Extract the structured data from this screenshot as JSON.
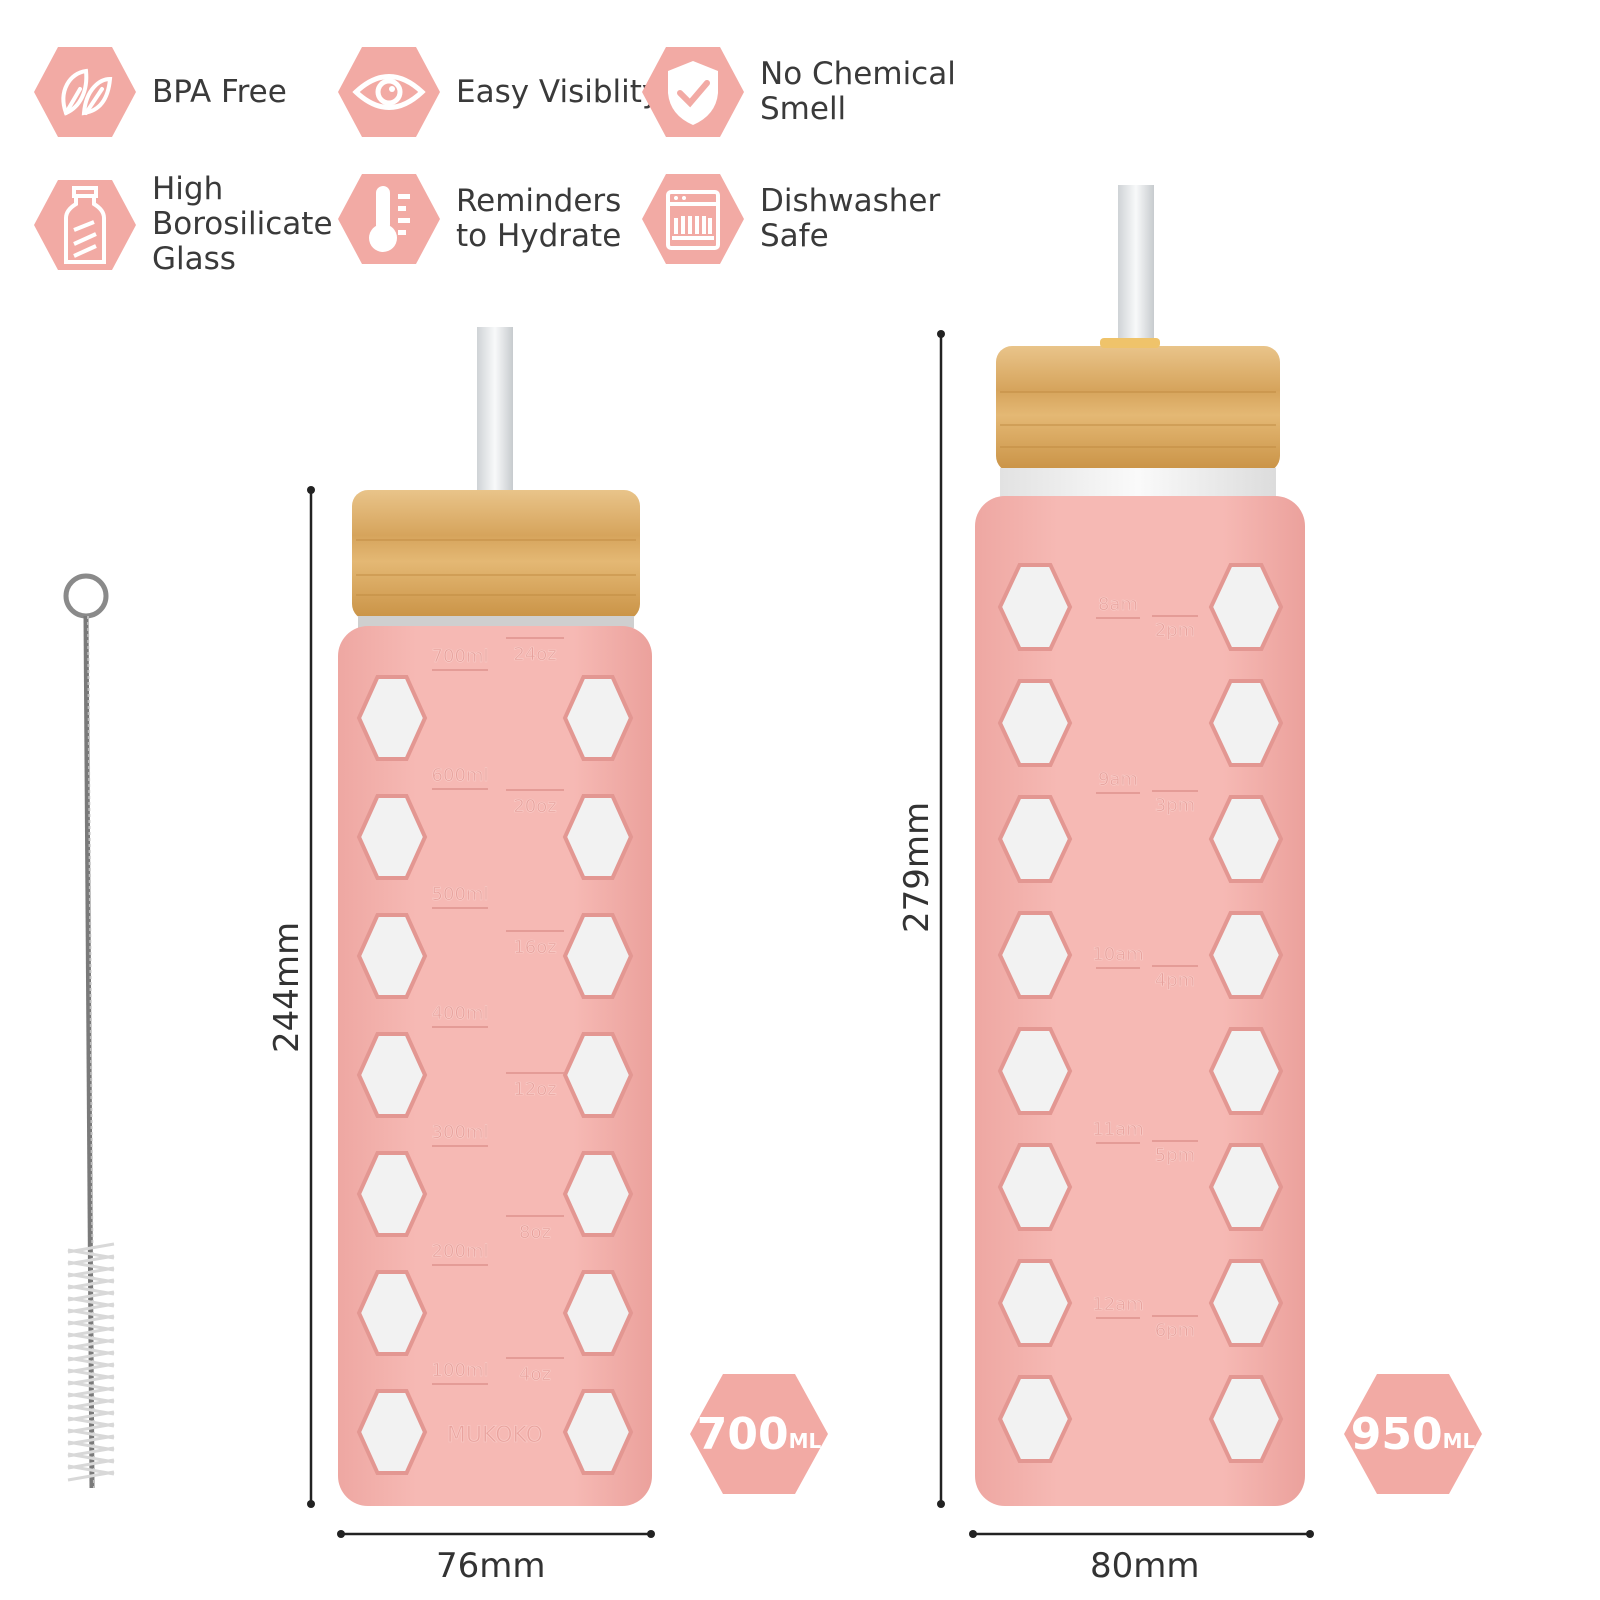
{
  "colors": {
    "pink": "#f4b2ad",
    "pink_dark": "#e89c97",
    "badge": "#f2aaa4",
    "bamboo": "#d9a860",
    "bamboo_light": "#e8c184",
    "glass": "#f3f3f3"
  },
  "features": [
    {
      "label": "BPA Free",
      "icon": "leaf-icon"
    },
    {
      "label": "Easy Visiblity",
      "icon": "eye-icon"
    },
    {
      "label": "No Chemical\nSmell",
      "icon": "shield-check-icon"
    },
    {
      "label": "High\nBorosilicate\nGlass",
      "icon": "bottle-icon"
    },
    {
      "label": "Reminders\n to Hydrate",
      "icon": "thermometer-icon"
    },
    {
      "label": "Dishwasher\nSafe",
      "icon": "dishwasher-icon"
    }
  ],
  "bottle_small": {
    "height": "244mm",
    "width": "76mm",
    "capacity_number": "700",
    "capacity_unit": "ML",
    "brand": "MUKOKO",
    "ml_marks": [
      "700ml",
      "600ml",
      "500ml",
      "400ml",
      "300ml",
      "200ml",
      "100ml"
    ],
    "oz_marks": [
      "24oz",
      "20oz",
      "16oz",
      "12oz",
      "8oz",
      "4oz"
    ]
  },
  "bottle_large": {
    "height": "279mm",
    "width": "80mm",
    "capacity_number": "950",
    "capacity_unit": "ML",
    "am_marks": [
      "8am",
      "9am",
      "10am",
      "11am",
      "12am"
    ],
    "pm_marks": [
      "2pm",
      "3pm",
      "4pm",
      "5pm",
      "6pm"
    ]
  }
}
